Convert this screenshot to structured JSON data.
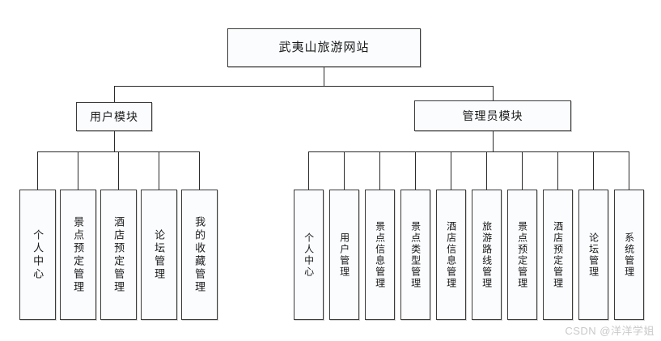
{
  "diagram": {
    "title": "武夷山旅游网站",
    "type": "hierarchy-tree",
    "root": {
      "label": "武夷山旅游网站"
    },
    "modules": [
      {
        "id": "user",
        "label": "用户模块"
      },
      {
        "id": "admin",
        "label": "管理员模块"
      }
    ],
    "user_module_items": [
      {
        "label": "个人中心"
      },
      {
        "label": "景点预定管理"
      },
      {
        "label": "酒店预定管理"
      },
      {
        "label": "论坛管理"
      },
      {
        "label": "我的收藏管理"
      }
    ],
    "admin_module_items": [
      {
        "label": "个人中心"
      },
      {
        "label": "用户管理"
      },
      {
        "label": "景点信息管理"
      },
      {
        "label": "景点类型管理"
      },
      {
        "label": "酒店信息管理"
      },
      {
        "label": "旅游路线管理"
      },
      {
        "label": "景点预定管理"
      },
      {
        "label": "酒店预定管理"
      },
      {
        "label": "论坛管理"
      },
      {
        "label": "系统管理"
      }
    ]
  },
  "watermark": {
    "text": "CSDN @洋洋学姐"
  },
  "colors": {
    "background": "#ffffff",
    "box_border": "#3a3a3a",
    "box_fill": "#fbfcfe",
    "line": "#2b2b2b",
    "text": "#1a1a1a",
    "watermark": "#c9c9c9"
  }
}
